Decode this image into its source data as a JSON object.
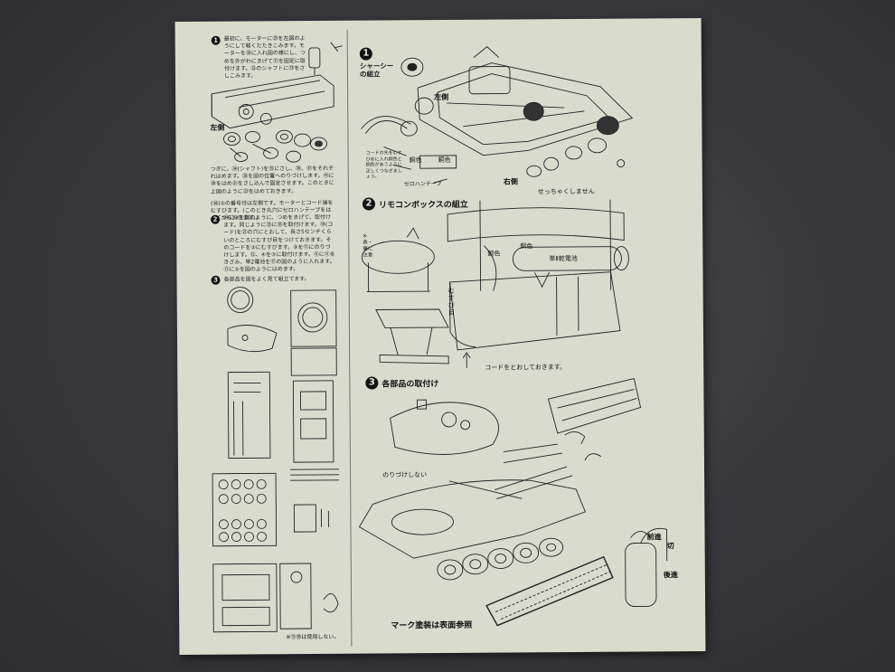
{
  "left_column": {
    "step1_badge": "1",
    "step1_text": "最初に、モーターに㉙を左図のようにして軽くたたきこみます。モーターを㉚に入れ図の様にし、つめを外がわにまげて㉛を固定に取付けます。㉜のシャフトに㉝をさしこみます。",
    "left_side_label": "左側",
    "step1_text_b": "つぎに、㉞(シャフト)を㉟にさし、㊱、㊲をそれぞれはめます。㊳を図の位置へのりづけします。⑲に⑳をはめ㉑をさし込んで固定させます。このときに上図のように㉓をはめておきます。",
    "step1_text_c": "(㉘)②の番号付は左側です。モーターとコード端をむすびます。(このとき丸穴にセロハンテープをはってからおきます。)",
    "step2_badge": "2",
    "step2_text": "㉞に③を図のように、つめをまげて、取付けます。同じように㉟に㊱を取付けます。⑱(コード)を㉗の穴にとおして、長さ5センチくらいのところにむすび目をつけておきます。そのコードを③にむすびます。⑨を⑪にのりづけします。⑫、④を⑤に取付けます。⑪に⑪をきざみ、単2電池を⑰の図のように入れます。⑪に⑤を図のようにはめます。",
    "step3_badge": "3",
    "step3_text": "各部品を図をよく見て組立てます。",
    "footnote": "※㉛㊳は使用しない。"
  },
  "right_column": {
    "step1_badge": "1",
    "step1_title": "シャーシーの組立",
    "left_label": "左側",
    "right_label": "右側",
    "copper_label_a": "銅色",
    "copper_label_b": "銅色",
    "cord_note": "コードの先をむすびめに入れ銅色と銅色があうように正しくつなぎましょう。",
    "tape_label": "セロハンテープ",
    "no_glue_top": "せっちゃくしません",
    "step2_badge": "2",
    "step2_title": "リモコンボックスの組立",
    "front_back_note": "※表・裏に注意",
    "knot_label": "むすび目",
    "battery_label": "単Ⅱ乾電池",
    "copper_label_c": "銅色",
    "copper_label_d": "銅色",
    "cord_through": "コードをとおしておきます。",
    "step3_badge": "3",
    "step3_title": "各部品の取付け",
    "no_glue_bottom": "のりづけしない",
    "forward_label": "前進",
    "off_label": "切",
    "reverse_label": "後進",
    "marking_note": "マーク塗装は表面参照"
  }
}
